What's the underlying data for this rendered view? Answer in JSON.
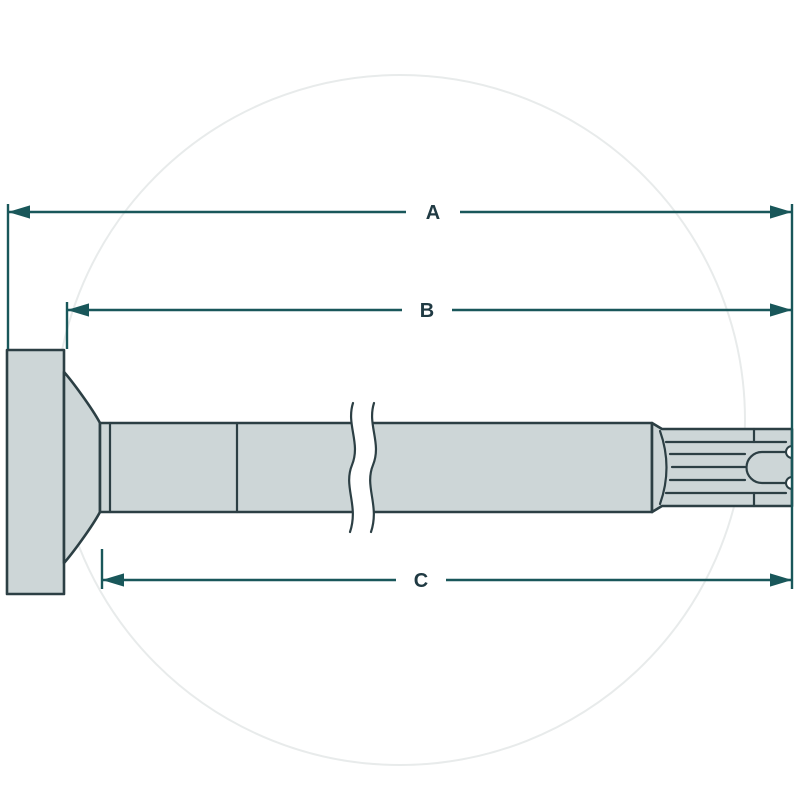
{
  "drawing": {
    "dimension_labels": {
      "a": "A",
      "b": "B",
      "c": "C"
    }
  },
  "colors": {
    "background": "#ffffff",
    "part_fill": "#cdd6d7",
    "part_outline": "#2c3f44",
    "dimension_line": "#19575a",
    "label_text": "#203a43",
    "watermark": "#e8ebeb"
  }
}
